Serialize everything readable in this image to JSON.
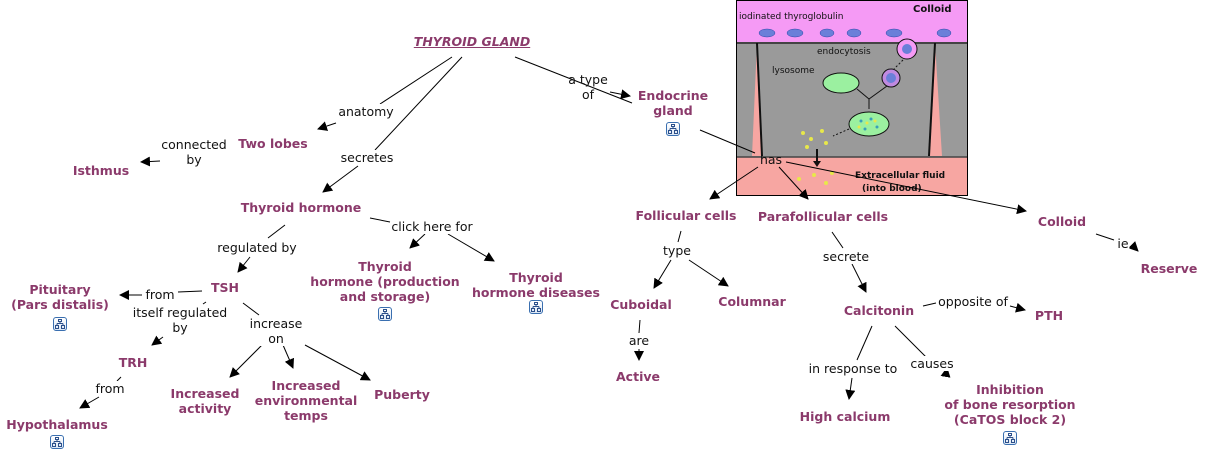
{
  "diagram": {
    "root": "THYROID GLAND",
    "concepts": {
      "two_lobes": "Two lobes",
      "isthmus": "Isthmus",
      "thyroid_hormone": "Thyroid hormone",
      "tsh": "TSH",
      "pituitary": "Pituitary\n(Pars distalis)",
      "trh": "TRH",
      "hypothalamus": "Hypothalamus",
      "increased_activity": "Increased\nactivity",
      "increased_env_temps": "Increased\nenvironmental\ntemps",
      "puberty": "Puberty",
      "th_production": "Thyroid\nhormone (production\nand storage)",
      "th_diseases": "Thyroid\nhormone diseases",
      "endocrine_gland": "Endocrine\ngland",
      "follicular_cells": "Follicular cells",
      "parafollicular_cells": "Parafollicular cells",
      "colloid": "Colloid",
      "reserve": "Reserve",
      "cuboidal": "Cuboidal",
      "columnar": "Columnar",
      "active": "Active",
      "calcitonin": "Calcitonin",
      "pth": "PTH",
      "high_calcium": "High calcium",
      "inhibition": "Inhibition\nof bone resorption\n(CaTOS block 2)"
    },
    "phrases": {
      "anatomy": "anatomy",
      "secretes": "secretes",
      "connected_by": "connected\nby",
      "a_type_of": "a type\nof",
      "regulated_by": "regulated by",
      "click_here_for": "click here for",
      "from_pituitary": "from",
      "itself_regulated_by": "itself regulated\nby",
      "increase_on": "increase\non",
      "from_hypothalamus": "from",
      "has": "has",
      "type": "type",
      "are": "are",
      "secrete": "secrete",
      "opposite_of": "opposite of",
      "in_response_to": "in response to",
      "causes": "causes",
      "ie": "ie"
    },
    "image": {
      "label_colloid": "Colloid",
      "label_iodinated": "iodinated thyroglobulin",
      "label_endocytosis": "endocytosis",
      "label_lysosome": "lysosome",
      "label_extracellular": "Extracellular fluid",
      "label_into_blood": "(into blood)"
    },
    "colors": {
      "concept_text": "#8b3a6b",
      "colloid_pink": "#f59af5",
      "cell_gray": "#9a9a9a",
      "blood_pink": "#f7a6a2",
      "lysosome_green": "#9bf0a0"
    }
  }
}
